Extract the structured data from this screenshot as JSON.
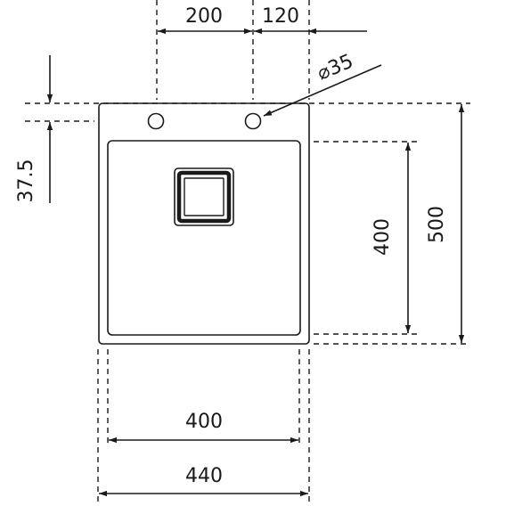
{
  "dimensions": {
    "hole_spacing_1": "200",
    "hole_spacing_2": "120",
    "hole_diameter": "⌀35",
    "top_offset": "37.5",
    "bowl_depth": "400",
    "total_depth": "500",
    "bowl_width": "400",
    "total_width": "440"
  }
}
